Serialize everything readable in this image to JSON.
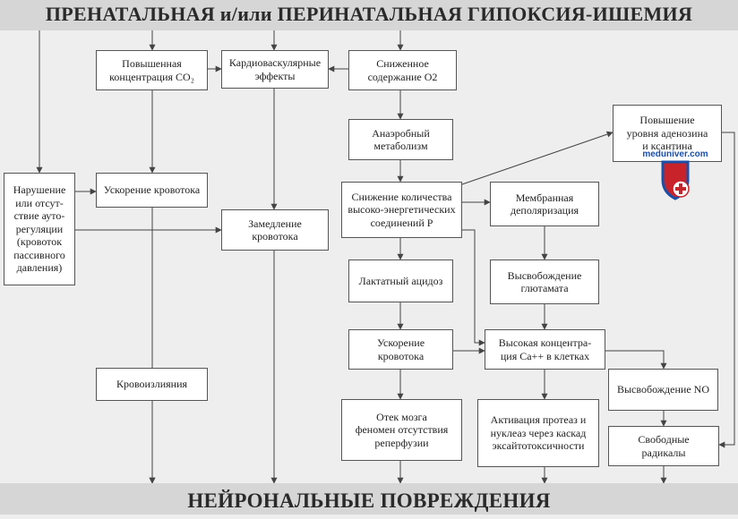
{
  "header": {
    "title": "ПРЕНАТАЛЬНАЯ и/или ПЕРИНАТАЛЬНАЯ ГИПОКСИЯ-ИШЕМИЯ"
  },
  "footer": {
    "title": "НЕЙРОНАЛЬНЫЕ ПОВРЕЖДЕНИЯ"
  },
  "watermark": {
    "text": "meduniver.com"
  },
  "nodes": {
    "co2": "Повышенная\nконцентрация CO₂",
    "cardio": "Кардиоваскулярные\nэффекты",
    "o2": "Сниженное\nсодержание O2",
    "anaerobic": "Анаэробный\nметаболизм",
    "adenosine": "Повышение\nуровня аденозина\nи ксантина",
    "autoreg": "Нарушение\nили отсут-\nствие ауто-\nрегуляции\n(кровоток\nпассивного\nдавления)",
    "flow_up_left": "Ускорение кровотока",
    "flow_down": "Замедление\nкровотока",
    "high_energy": "Снижение количества\nвысоко-энергетических\nсоединений P",
    "depolar": "Мембранная\nдеполяризация",
    "lactate": "Лактатный ацидоз",
    "glutamate": "Высвобождение\nглютамата",
    "flow_up_mid": "Ускорение кровотока",
    "calcium": "Высокая концентра-\nция Ca++ в клетках",
    "hemorrhage": "Кровоизлияния",
    "no_release": "Высвобождение NO",
    "edema": "Отек мозга\nфеномен отсутствия\nреперфузии",
    "protease": "Активация протеаз и\nнуклеаз через каскад\nэксайтотоксичности",
    "radicals": "Свободные\nрадикалы"
  }
}
